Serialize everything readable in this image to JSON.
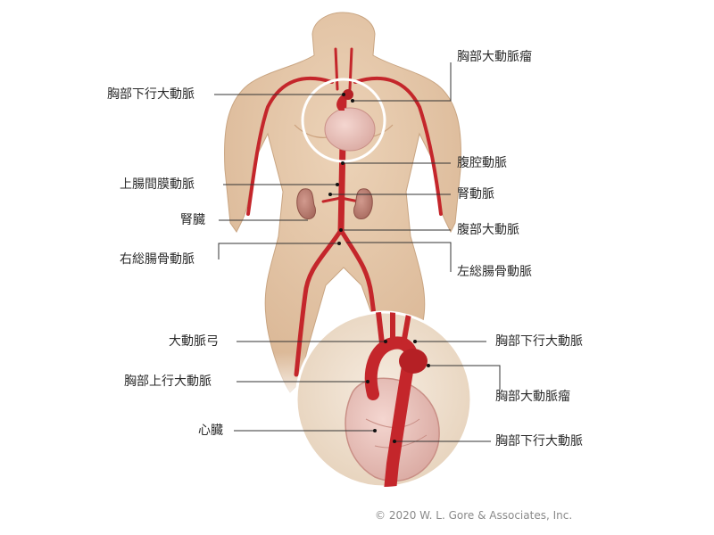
{
  "labels": {
    "thoracic_aneurysm_top": "胸部大動脈瘤",
    "descending_thoracic_top": "胸部下行大動脈",
    "celiac": "腹腔動脈",
    "superior_mesenteric": "上腸間膜動脈",
    "renal_artery": "腎動脈",
    "kidney": "腎臓",
    "abdominal_aorta": "腹部大動脈",
    "right_common_iliac": "右総腸骨動脈",
    "left_common_iliac": "左総腸骨動脈",
    "aortic_arch": "大動脈弓",
    "descending_thoracic_inset_upper": "胸部下行大動脈",
    "ascending_thoracic": "胸部上行大動脈",
    "thoracic_aneurysm_inset": "胸部大動脈瘤",
    "heart": "心臓",
    "descending_thoracic_inset_lower": "胸部下行大動脈"
  },
  "copyright": "© 2020 W. L. Gore & Associates, Inc.",
  "colors": {
    "skin": "#e2c5a8",
    "skin_shadow": "#cfa988",
    "artery": "#c4262b",
    "artery_dark": "#9e1b20",
    "inset_bg": "#efe0cf",
    "leader": "#333333"
  }
}
